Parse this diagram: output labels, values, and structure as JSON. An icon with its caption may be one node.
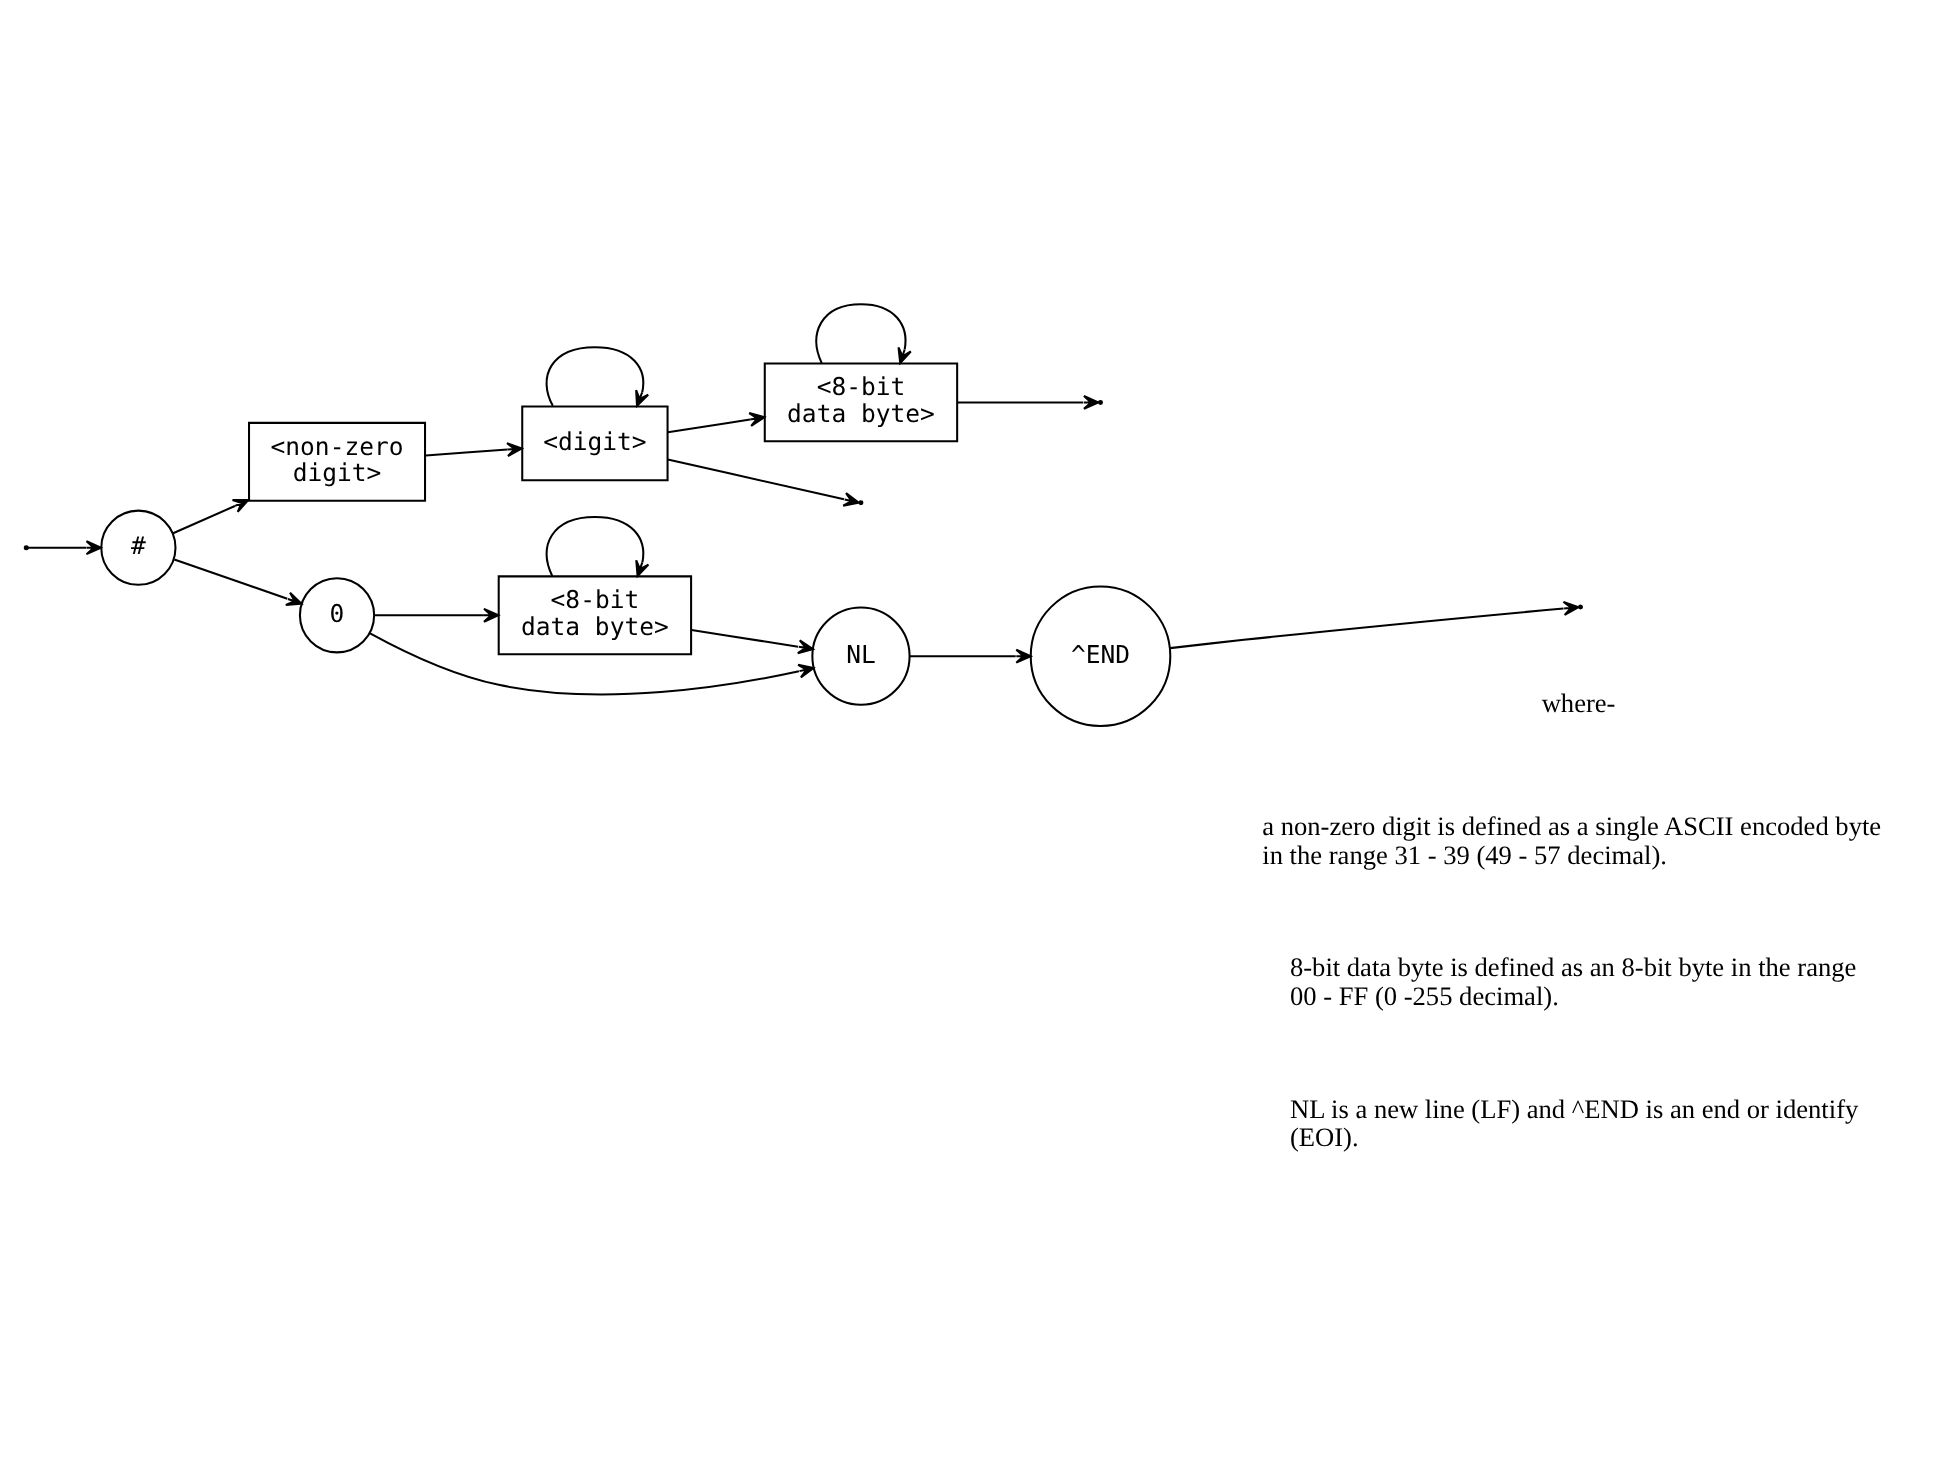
{
  "diagram": {
    "nodes": [
      {
        "text": [
          "#"
        ]
      },
      {
        "text": [
          "<non-zero digit>"
        ]
      },
      {
        "text": [
          "<digit>"
        ]
      },
      {
        "text": [
          "<8-bit data byte>"
        ]
      },
      {
        "text": [
          "0"
        ]
      },
      {
        "text": [
          "<8-bit data byte>"
        ]
      },
      {
        "text": [
          "NL"
        ]
      },
      {
        "text": [
          "^END"
        ]
      }
    ],
    "edges": [
      {
        "from": null,
        "to": 0,
        "arrow": "to"
      },
      {
        "from": 0,
        "to": 1,
        "arrow": "to"
      },
      {
        "from": 0,
        "to": 4,
        "arrow": "to"
      },
      {
        "from": 1,
        "to": 2,
        "arrow": "to"
      },
      {
        "from": 2,
        "to": 2,
        "arrow": "to"
      },
      {
        "from": 2,
        "to": 3,
        "arrow": "to"
      },
      {
        "from": 3,
        "to": 3,
        "arrow": "to"
      },
      {
        "from": 2,
        "to": null,
        "arrow": "to"
      },
      {
        "from": 3,
        "to": null,
        "arrow": "to"
      },
      {
        "from": 4,
        "to": 5,
        "arrow": "to"
      },
      {
        "from": 5,
        "to": 5,
        "arrow": "to"
      },
      {
        "from": 4,
        "to": 6,
        "arrow": "to"
      },
      {
        "from": 5,
        "to": 6,
        "arrow": "to"
      },
      {
        "from": 6,
        "to": 7,
        "arrow": "to"
      },
      {
        "from": 7,
        "to": null,
        "arrow": "to"
      }
    ],
    "labels": [
      "where-",
      "a non-zero digit is defined as a single ASCII encoded byte in the range 31 - 39 (49 - 57 decimal).",
      "8-bit data byte is defined as an 8-bit byte in the range 00 - FF (0 -255 decimal).",
      "NL is a new line (LF) and ^END is an end or identify (EOI)."
    ]
  }
}
